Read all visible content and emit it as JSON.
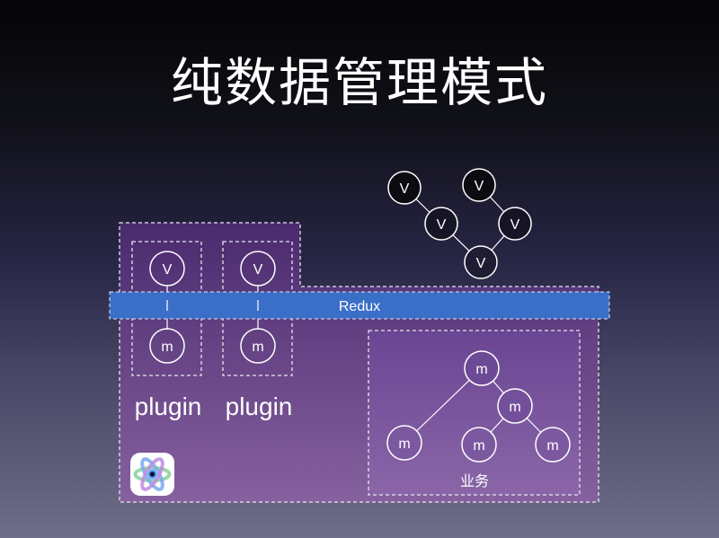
{
  "title": "纯数据管理模式",
  "store_bar": {
    "label": "Redux",
    "color": "#3a6fc8"
  },
  "colors": {
    "container": "#5e3d86",
    "dashed": "#e8e6f0",
    "node_stroke": "#ffffff"
  },
  "view_tree": {
    "nodes": [
      {
        "id": "v1",
        "label": "V"
      },
      {
        "id": "v2",
        "label": "V"
      },
      {
        "id": "v3",
        "label": "V"
      },
      {
        "id": "v4",
        "label": "V"
      },
      {
        "id": "v5",
        "label": "V"
      }
    ],
    "edges": [
      [
        "v1",
        "v3"
      ],
      [
        "v3",
        "v5"
      ],
      [
        "v5",
        "v4"
      ],
      [
        "v4",
        "v2"
      ]
    ]
  },
  "plugins": [
    {
      "id": "plugin1",
      "label": "plugin",
      "view_node": "V",
      "model_node": "m"
    },
    {
      "id": "plugin2",
      "label": "plugin",
      "view_node": "V",
      "model_node": "m"
    }
  ],
  "business": {
    "label": "业务",
    "nodes": [
      {
        "id": "b-root",
        "label": "m"
      },
      {
        "id": "b-mid",
        "label": "m"
      },
      {
        "id": "b-left",
        "label": "m"
      },
      {
        "id": "b-bottom1",
        "label": "m"
      },
      {
        "id": "b-bottom2",
        "label": "m"
      }
    ],
    "edges": [
      [
        "b-root",
        "b-left"
      ],
      [
        "b-root",
        "b-mid"
      ],
      [
        "b-mid",
        "b-bottom1"
      ],
      [
        "b-mid",
        "b-bottom2"
      ]
    ]
  },
  "logo": {
    "icon": "react-atom-icon"
  }
}
